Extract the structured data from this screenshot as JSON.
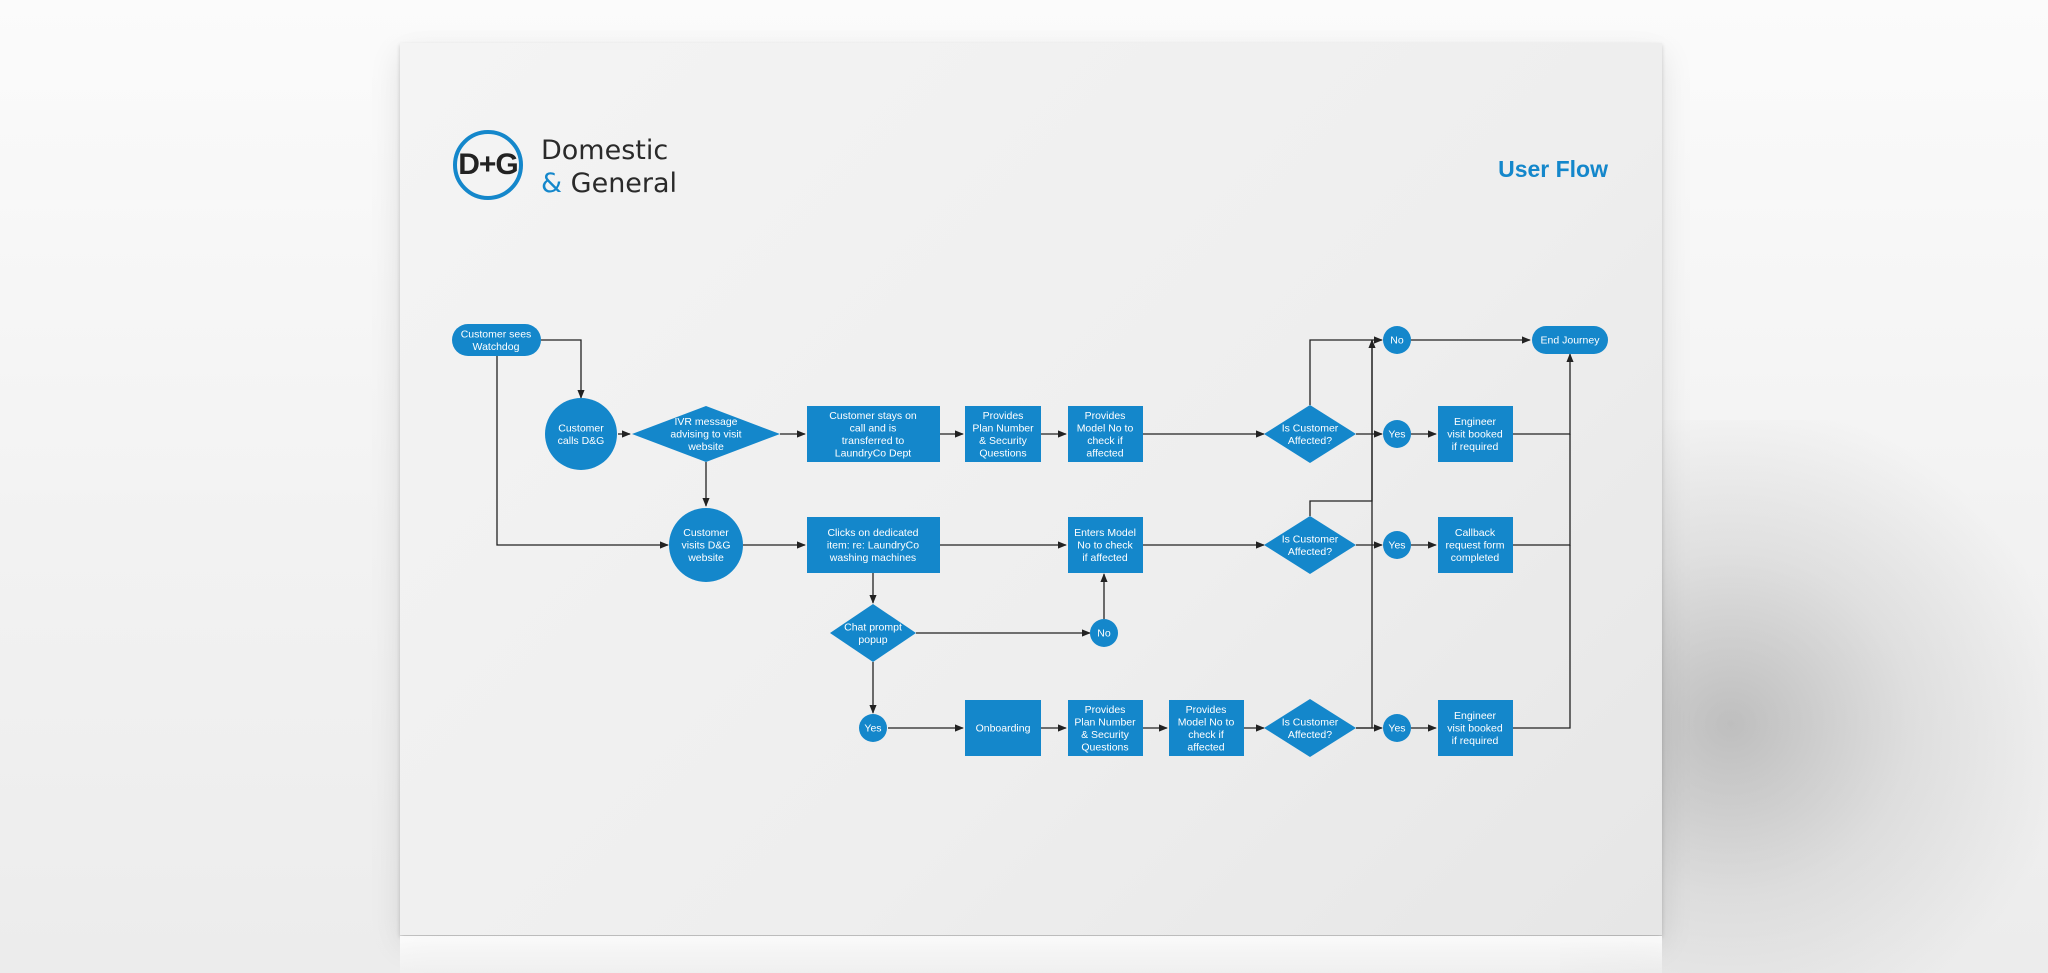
{
  "brand": {
    "logo_mark": "D+G",
    "name_line1": "Domestic",
    "name_amp": "&",
    "name_line2": "General"
  },
  "title": "User Flow",
  "colors": {
    "accent": "#1487cb",
    "edge": "#222222"
  },
  "nodes": {
    "customer_sees_watchdog": "Customer sees Watchdog",
    "customer_calls": "Customer calls D&G",
    "ivr_message": "IVR message advising to visit website",
    "stays_on_call": "Customer stays on call and is transferred to LaundryCo  Dept",
    "plan_number_1": "Provides Plan Number & Security Questions",
    "model_no_1": "Provides Model No to check if affected",
    "affected_1": "Is Customer Affected?",
    "no_1": "No",
    "end_journey": "End Journey",
    "yes_1": "Yes",
    "engineer_1": "Engineer visit booked if required",
    "visits_website": "Customer visits D&G website",
    "clicks_item": "Clicks on dedicated item: re: LaundryCo washing machines",
    "enters_model": "Enters Model No to check if affected",
    "affected_2": "Is Customer Affected?",
    "yes_2": "Yes",
    "callback": "Callback request form completed",
    "chat_prompt": "Chat prompt popup",
    "no_chat": "No",
    "yes_chat": "Yes",
    "onboarding": "Onboarding",
    "plan_number_2": "Provides Plan Number & Security Questions",
    "model_no_2": "Provides Model No to check if affected",
    "affected_3": "Is Customer Affected?",
    "yes_3": "Yes",
    "engineer_3": "Engineer visit booked if required"
  }
}
